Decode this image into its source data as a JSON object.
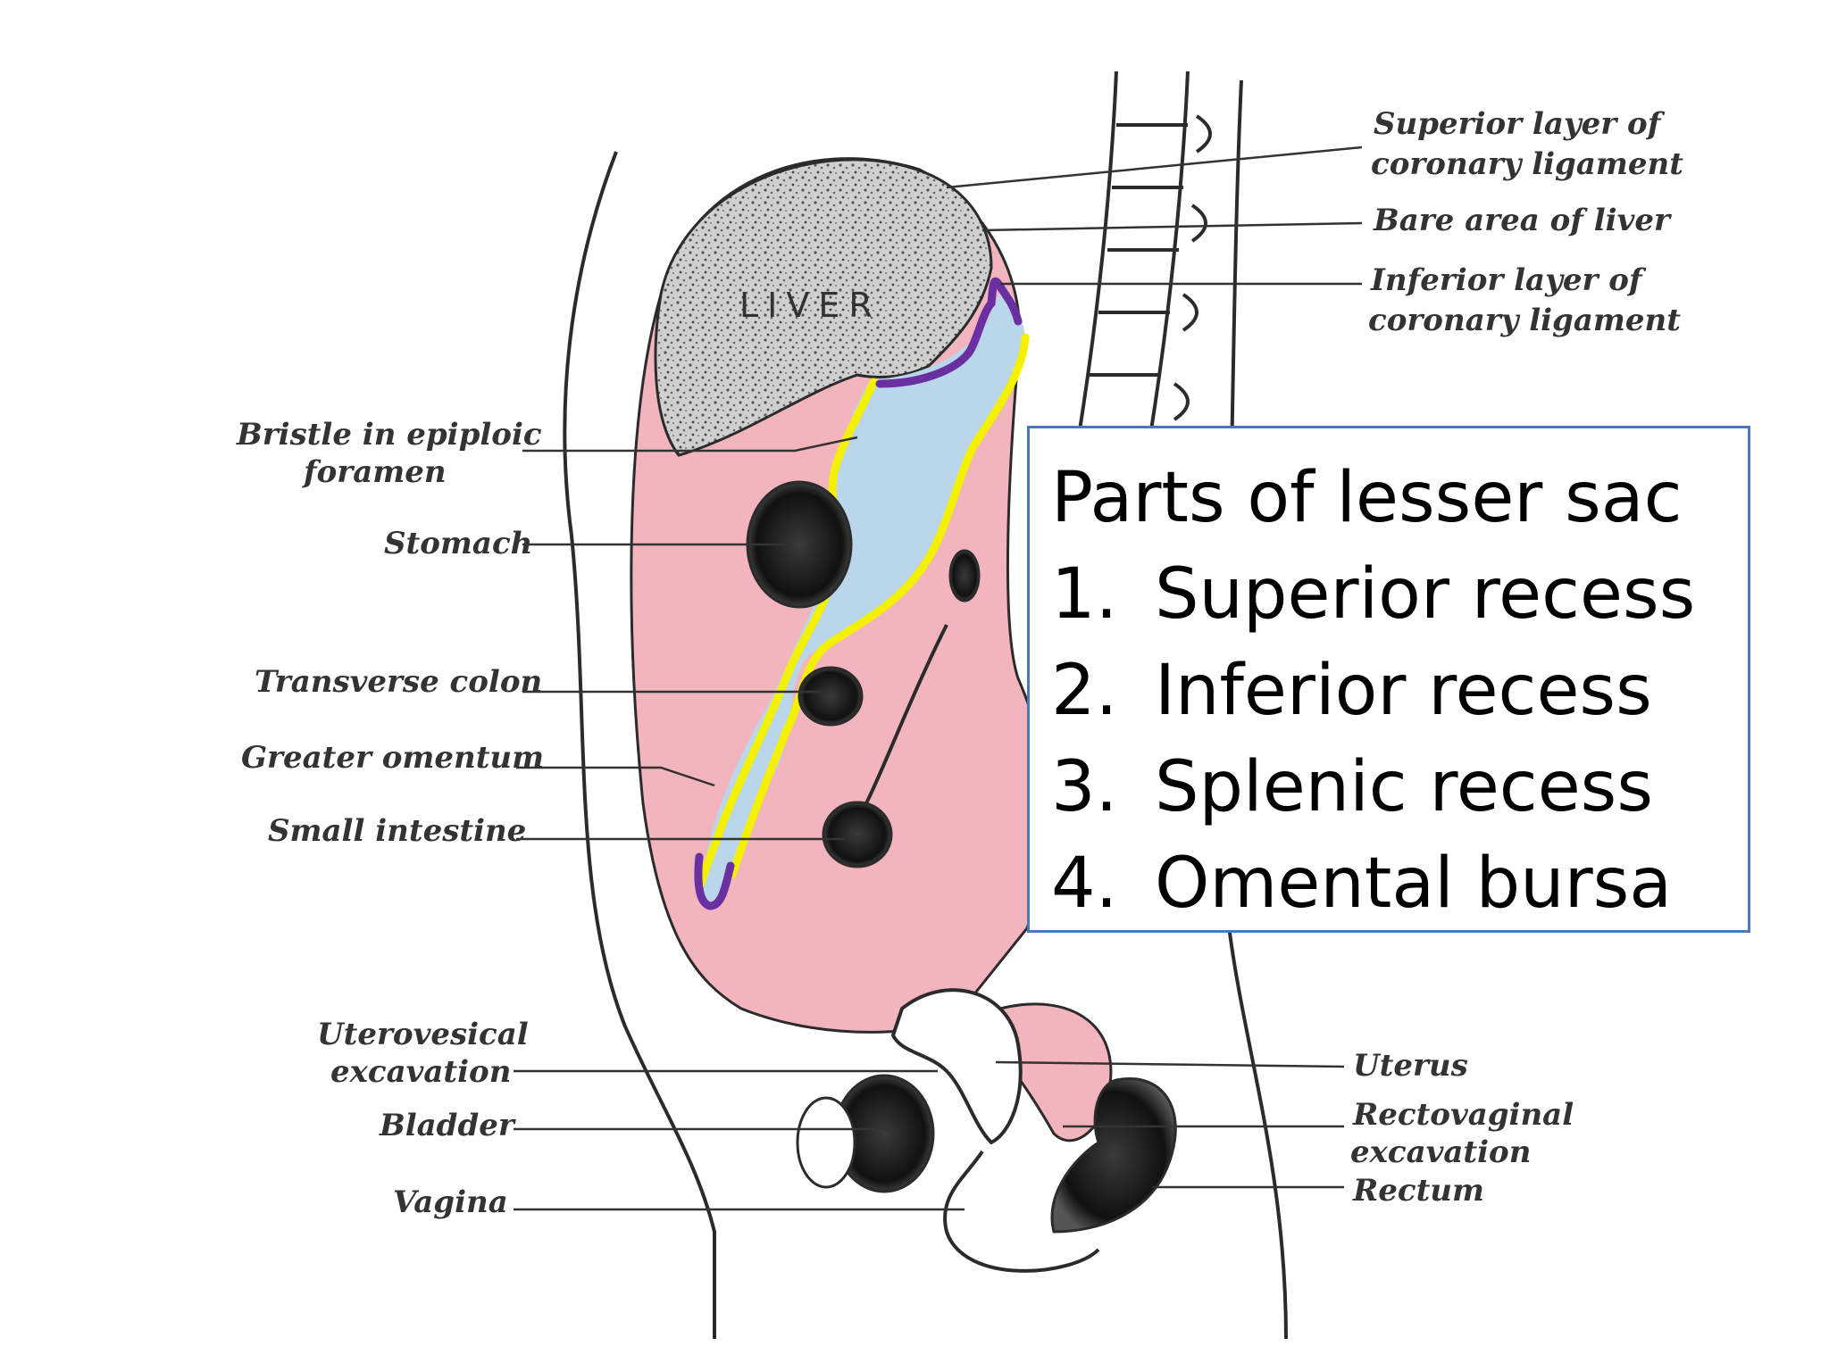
{
  "diagram": {
    "organ_label": "LIVER",
    "labels_left": {
      "bristle": [
        "Bristle in epiploic",
        "foramen"
      ],
      "stomach": "Stomach",
      "transverse_colon": "Transverse colon",
      "greater_omentum": "Greater omentum",
      "small_intestine": "Small intestine",
      "uterovesical": [
        "Uterovesical",
        "excavation"
      ],
      "bladder": "Bladder",
      "vagina": "Vagina"
    },
    "labels_right": {
      "superior_layer": [
        "Superior layer of",
        "coronary ligament"
      ],
      "bare_area": "Bare area of liver",
      "inferior_layer": [
        "Inferior layer of",
        "coronary ligament"
      ],
      "uterus": "Uterus",
      "rectovaginal": [
        "Rectovaginal",
        "excavation"
      ],
      "rectum": "Rectum"
    },
    "colors": {
      "peritoneum_pink": "#f2b4bd",
      "lesser_sac_blue": "#b9d6ea",
      "outline_yellow": "#f3f000",
      "outline_purple": "#6a2fa0",
      "liver_gray": "#bdbdbd",
      "box_border": "#4a7ab5"
    }
  },
  "parts_box": {
    "title": "Parts of lesser sac",
    "items": [
      {
        "num": "1.",
        "text": "Superior recess"
      },
      {
        "num": "2.",
        "text": "Inferior recess"
      },
      {
        "num": "3.",
        "text": "Splenic recess"
      },
      {
        "num": "4.",
        "text": "Omental bursa"
      }
    ]
  }
}
